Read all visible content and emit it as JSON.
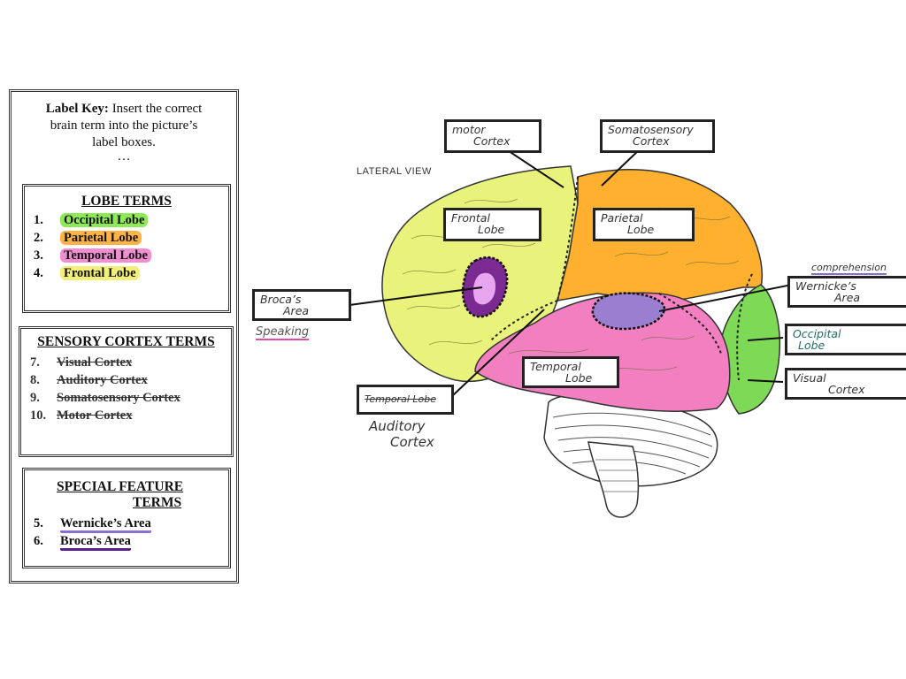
{
  "key": {
    "title_bold": "Label Key:",
    "title_rest": " Insert the correct",
    "line2": "brain term into the picture’s",
    "line3": "label boxes.",
    "dots": "…"
  },
  "lobe_terms": {
    "heading": "LOBE TERMS",
    "items": [
      {
        "num": "1.",
        "label": "Occipital Lobe",
        "color": "#8ee85a"
      },
      {
        "num": "2.",
        "label": "Parietal Lobe",
        "color": "#ffb347"
      },
      {
        "num": "3.",
        "label": "Temporal Lobe",
        "color": "#f08fd0"
      },
      {
        "num": "4.",
        "label": "Frontal Lobe",
        "color": "#f2f07a"
      }
    ]
  },
  "sensory_terms": {
    "heading": "SENSORY CORTEX TERMS",
    "items": [
      {
        "num": "7.",
        "label": "Visual Cortex"
      },
      {
        "num": "8.",
        "label": "Auditory Cortex"
      },
      {
        "num": "9.",
        "label": "Somatosensory Cortex"
      },
      {
        "num": "10.",
        "label": "Motor Cortex"
      }
    ]
  },
  "special_terms": {
    "heading_line1": "SPECIAL FEATURE",
    "heading_line2": "TERMS",
    "items": [
      {
        "num": "5.",
        "label": "Wernicke’s Area"
      },
      {
        "num": "6.",
        "label": "Broca’s Area"
      }
    ]
  },
  "diagram": {
    "view_title": "LATERAL VIEW",
    "colors": {
      "frontal": "#e9f27a",
      "parietal": "#ffb02e",
      "temporal": "#f27fc0",
      "occipital": "#7ed957",
      "broca": "#7a2a90",
      "wernicke": "#9a7fd0"
    },
    "labels": {
      "motor_cortex": [
        "motor",
        "Cortex"
      ],
      "somatosensory_cortex": [
        "Somatosensory",
        "Cortex"
      ],
      "frontal_lobe": [
        "Frontal",
        "Lobe"
      ],
      "parietal_lobe": [
        "Parietal",
        "Lobe"
      ],
      "brocas_area": [
        "Broca’s",
        "Area"
      ],
      "wernickes_area": [
        "Wernicke’s",
        "Area"
      ],
      "occipital_lobe": [
        "Occipital",
        "Lobe"
      ],
      "temporal_lobe": [
        "Temporal",
        "Lobe"
      ],
      "visual_cortex": [
        "Visual",
        "Cortex"
      ],
      "crossed_out": "Temporal Lobe"
    },
    "notes": {
      "speaking": "Speaking",
      "comprehension": "comprehension",
      "auditory_cortex": [
        "Auditory",
        "Cortex"
      ]
    }
  }
}
